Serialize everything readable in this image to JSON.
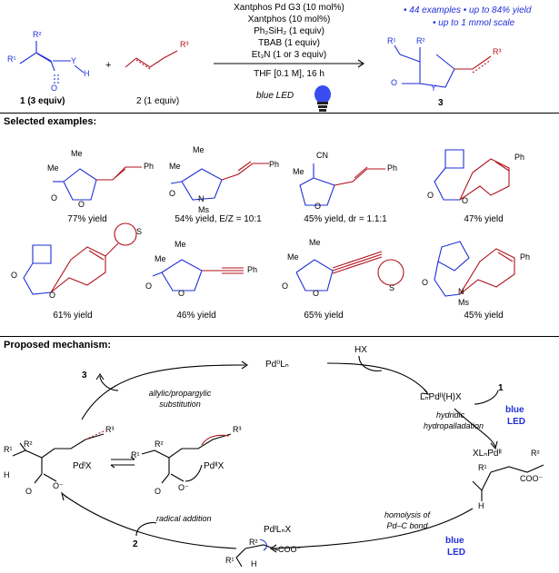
{
  "scheme": {
    "conditions": [
      "Xantphos Pd G3 (10 mol%)",
      "Xantphos (10 mol%)",
      "Ph₂SiH₂ (1 equiv)",
      "TBAB (1 equiv)",
      "Et₃N (1 or 3 equiv)",
      "THF [0.1 M], 16 h"
    ],
    "light": "blue LED",
    "reactant1_label": "1 (3 equiv)",
    "reactant2_label": "2 (1 equiv)",
    "product_label": "3",
    "plus": "+",
    "highlights": [
      "• 44 examples • up to 84% yield",
      "• up to 1 mmol scale"
    ],
    "atoms": {
      "R1": "R¹",
      "R2": "R²",
      "R3": "R³",
      "Y": "Y",
      "H": "H",
      "O": "O"
    }
  },
  "examples": {
    "heading": "Selected examples:",
    "items": [
      {
        "yield": "77% yield"
      },
      {
        "yield": "54% yield, E/Z = 10:1"
      },
      {
        "yield": "45% yield, dr = 1.1:1"
      },
      {
        "yield": "47% yield"
      },
      {
        "yield": "61% yield"
      },
      {
        "yield": "46% yield"
      },
      {
        "yield": "65% yield"
      },
      {
        "yield": "45% yield"
      }
    ],
    "labels": {
      "Me": "Me",
      "Ph": "Ph",
      "CN": "CN",
      "N": "N",
      "Ms": "Ms",
      "S": "S",
      "O": "O"
    }
  },
  "mechanism": {
    "heading": "Proposed mechanism:",
    "pd0": "Pd⁰Lₙ",
    "hx": "HX",
    "pd2h": "LₙPdᴵᴵ(H)X",
    "step1_num": "1",
    "hydro": [
      "hydridic",
      "hydropalladation"
    ],
    "blue_led": [
      "blue",
      "LED"
    ],
    "alkyl_pd": "XLₙPdᴵᴵ",
    "homolysis": [
      "homolysis of",
      "Pd–C bond"
    ],
    "radical_pd": "PdᴵLₙX",
    "radical_addition": "radical addition",
    "step2_num": "2",
    "allylic": [
      "allylic/propargylic",
      "substitution"
    ],
    "step3_num": "3",
    "pdix": "PdᴵX",
    "pdiix": "PdᴵᴵX",
    "coo": "COO⁻",
    "o_minus": "O⁻"
  }
}
